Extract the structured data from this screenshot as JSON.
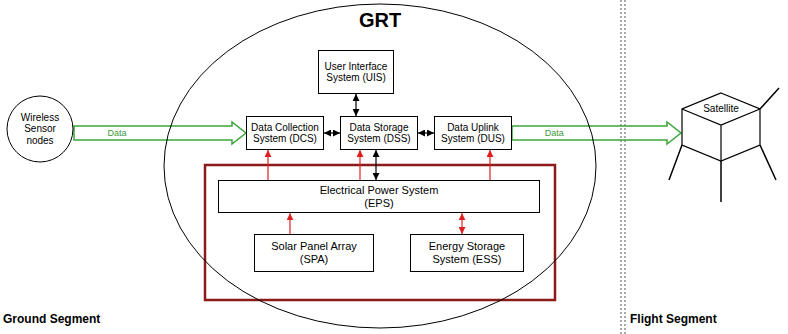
{
  "diagram": {
    "nodes": [
      {
        "text": [
          "Wireless Sensor nodes"
        ]
      },
      {
        "text": [
          "GRT"
        ]
      },
      {
        "text": [
          "User Interface System (UIS)"
        ],
        "in": 1
      },
      {
        "text": [
          "Data Collection System (DCS)"
        ],
        "in": 1
      },
      {
        "text": [
          "Data Storage System (DSS)"
        ],
        "in": 1
      },
      {
        "text": [
          "Data Uplink System (DUS)"
        ],
        "in": 1
      },
      {
        "text": [
          "Electrical Power System (EPS)"
        ],
        "in": 1
      },
      {
        "text": [
          "Solar Panel Array (SPA)"
        ],
        "in": 1
      },
      {
        "text": [
          "Energy Storage System (ESS)"
        ],
        "in": 1
      },
      {
        "text": [
          "Satellite"
        ]
      }
    ],
    "edges": [
      {
        "from": 0,
        "to": 3,
        "arrow": "to",
        "label": "Data"
      },
      {
        "from": 5,
        "to": 9,
        "arrow": "to",
        "label": "Data"
      },
      {
        "from": 2,
        "to": 4,
        "arrow": "both"
      },
      {
        "from": 3,
        "to": 4,
        "arrow": "both"
      },
      {
        "from": 4,
        "to": 5,
        "arrow": "both"
      },
      {
        "from": 6,
        "to": 3,
        "arrow": "to"
      },
      {
        "from": 6,
        "to": 4,
        "arrow": "to"
      },
      {
        "from": 4,
        "to": 6,
        "arrow": "both"
      },
      {
        "from": 6,
        "to": 5,
        "arrow": "to"
      },
      {
        "from": 7,
        "to": 6,
        "arrow": "to"
      },
      {
        "from": 8,
        "to": 6,
        "arrow": "both"
      }
    ],
    "labels": [
      "Ground Segment",
      "Flight Segment"
    ]
  }
}
